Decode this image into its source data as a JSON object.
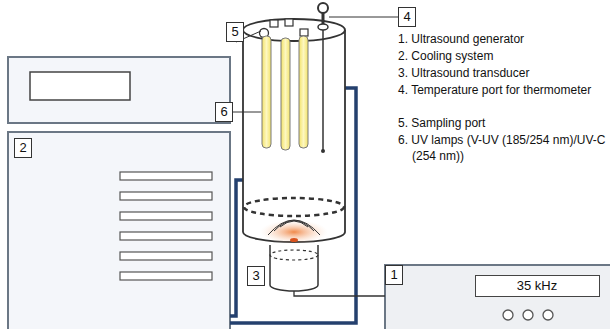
{
  "diagram": {
    "nodes": [
      {
        "text": [
          "2"
        ]
      },
      {
        "text": [
          "1"
        ]
      },
      {
        "text": [
          "35 kHz"
        ],
        "in": 1
      }
    ],
    "labels": [
      "5",
      "4",
      "6",
      "3",
      "1. Ultrasound generator",
      "2. Cooling system",
      "3. Ultrasound transducer",
      "4. Temperature port for thermometer",
      "5. Sampling port",
      "6. UV lamps (V-UV (185/254 nm)/UV-C (254 nm))"
    ]
  }
}
